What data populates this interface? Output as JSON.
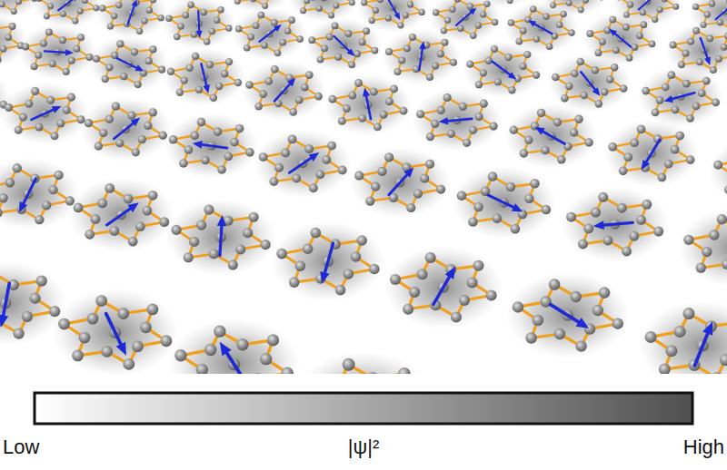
{
  "diagram": {
    "labels": [
      "Low",
      "|ψ|²",
      "High"
    ]
  }
}
